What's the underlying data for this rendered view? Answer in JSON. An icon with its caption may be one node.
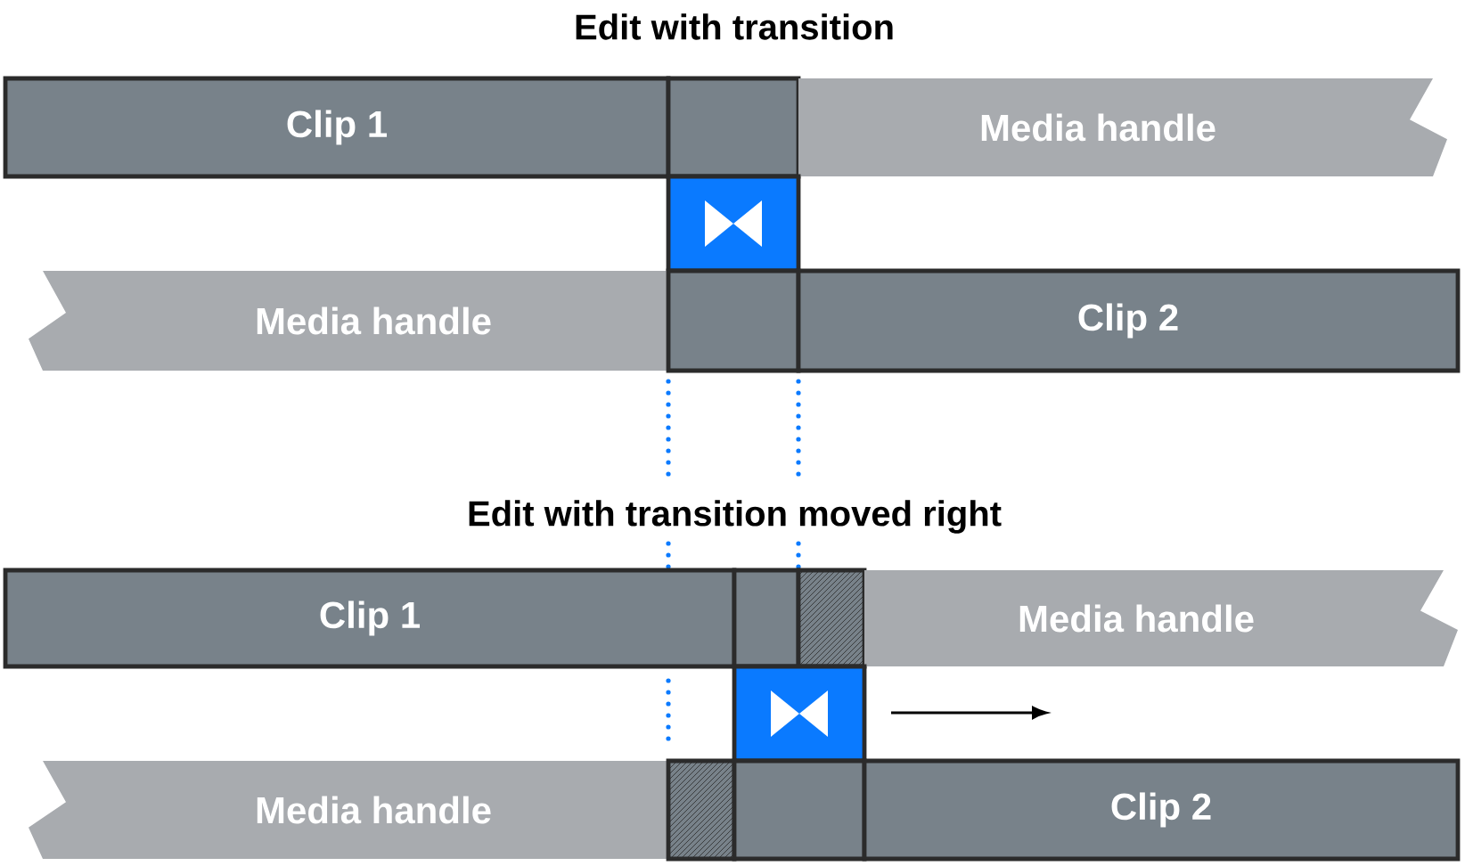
{
  "diagram": {
    "nodes": [
      {
        "text": [
          "Clip 1"
        ]
      },
      {
        "text": [],
        "shape": "box"
      },
      {
        "text": [
          "Media handle"
        ]
      },
      {
        "text": [],
        "shape": "box"
      },
      {
        "text": [
          "Media handle"
        ]
      },
      {
        "text": [],
        "shape": "box"
      },
      {
        "text": [
          "Clip 2"
        ]
      },
      {
        "text": [
          "Clip 1"
        ]
      },
      {
        "text": [],
        "shape": "box"
      },
      {
        "text": [],
        "shape": "box"
      },
      {
        "text": [
          "Media handle"
        ]
      },
      {
        "text": [],
        "shape": "box"
      },
      {
        "text": [
          "Media handle"
        ]
      },
      {
        "text": [],
        "shape": "box"
      },
      {
        "text": [],
        "shape": "box"
      },
      {
        "text": [
          "Clip 2"
        ]
      }
    ],
    "edges": [],
    "labels": [
      "Edit with transition",
      "Edit with transition moved right"
    ]
  }
}
